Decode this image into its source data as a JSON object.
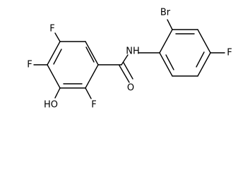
{
  "molecule": {
    "atom_labels": {
      "f_top": "F",
      "f_left": "F",
      "oh": "HO",
      "f_bottom": "F",
      "o": "O",
      "nh": "NH",
      "br": "Br",
      "f_right": "F"
    }
  }
}
